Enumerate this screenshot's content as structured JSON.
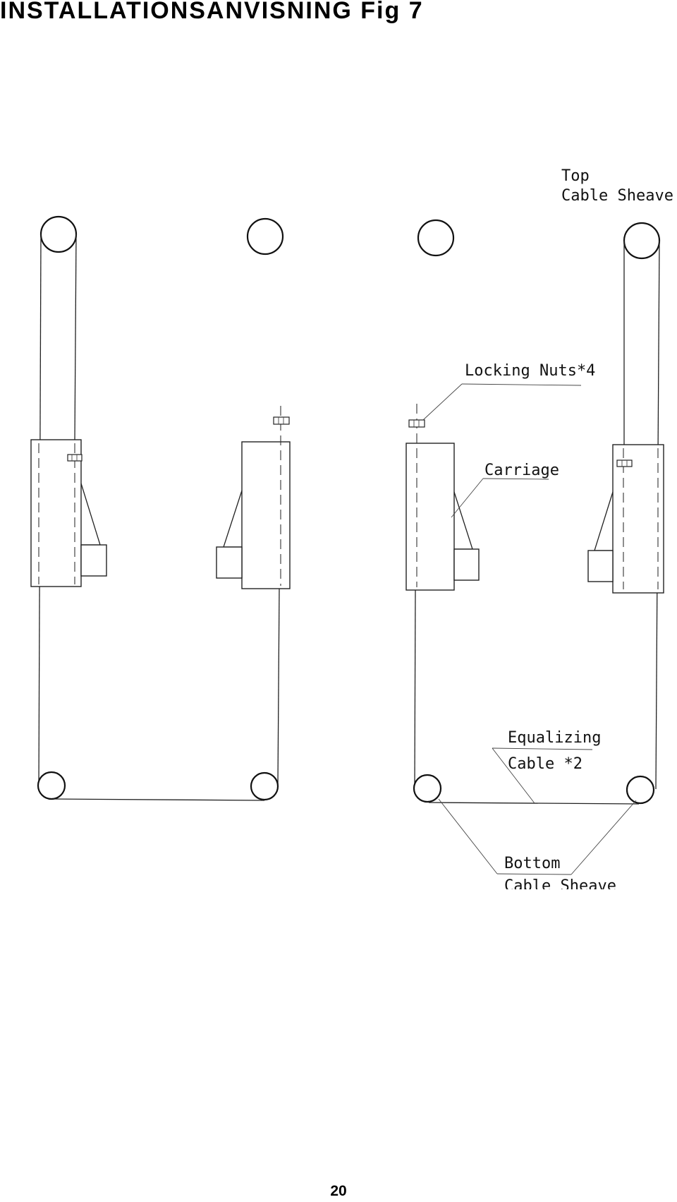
{
  "page": {
    "title": "INSTALLATIONSANVISNING Fig 7",
    "page_number": "20"
  },
  "diagram": {
    "labels": {
      "top_sheave_line1": "Top",
      "top_sheave_line2": "Cable Sheave",
      "locking_nuts": "Locking Nuts*4",
      "carriage": "Carriage",
      "equalizing_line1": "Equalizing",
      "equalizing_line2": "Cable *2",
      "bottom_sheave_line1": "Bottom",
      "bottom_sheave_line2": "Cable Sheave"
    }
  }
}
